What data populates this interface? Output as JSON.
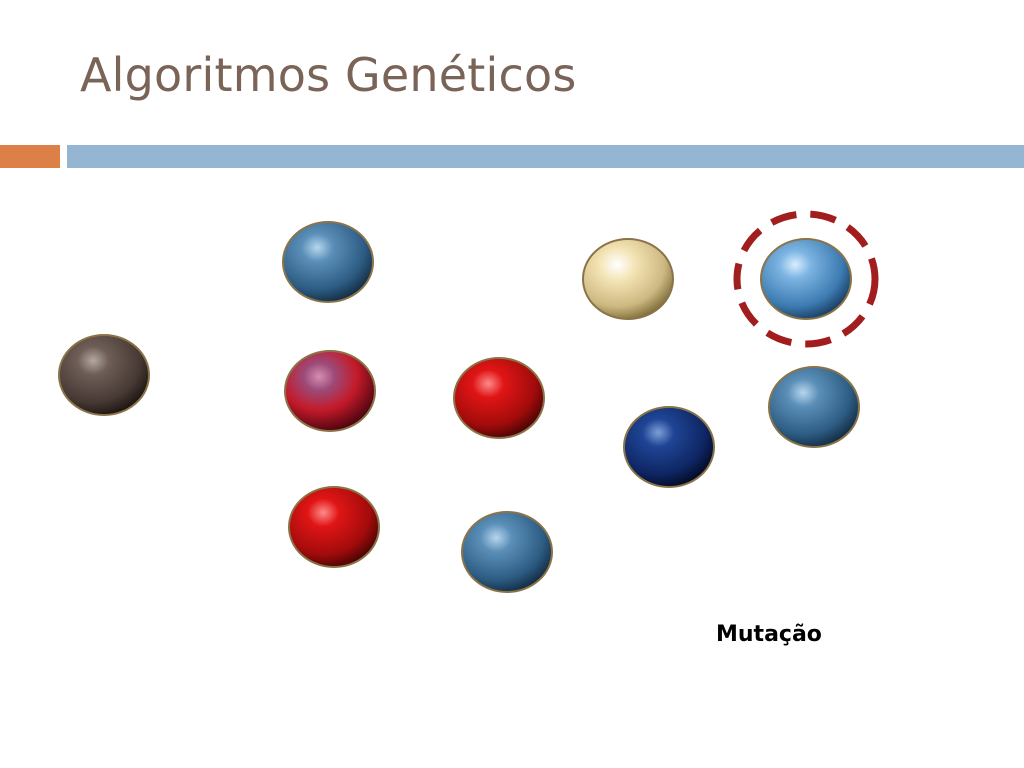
{
  "slide": {
    "title": "Algoritmos Genéticos",
    "caption": "Mutação"
  },
  "colors": {
    "title": "#7a6357",
    "accent_bar": "#dd8047",
    "main_bar": "#94b6d2",
    "mutation_ring": "#a21d1d"
  },
  "individuals": [
    {
      "id": "brown",
      "color": "brown",
      "mutated": false
    },
    {
      "id": "blue-top",
      "color": "steel-blue",
      "mutated": false
    },
    {
      "id": "red-purple",
      "color": "red-blue",
      "mutated": false
    },
    {
      "id": "red-bottom",
      "color": "red",
      "mutated": false
    },
    {
      "id": "red-center",
      "color": "red",
      "mutated": false
    },
    {
      "id": "blue-bottom",
      "color": "steel-blue",
      "mutated": false
    },
    {
      "id": "cream",
      "color": "cream",
      "mutated": false
    },
    {
      "id": "navy",
      "color": "navy",
      "mutated": false
    },
    {
      "id": "light-blue",
      "color": "light-blue",
      "mutated": true
    },
    {
      "id": "blue-right",
      "color": "steel-blue",
      "mutated": false
    }
  ]
}
